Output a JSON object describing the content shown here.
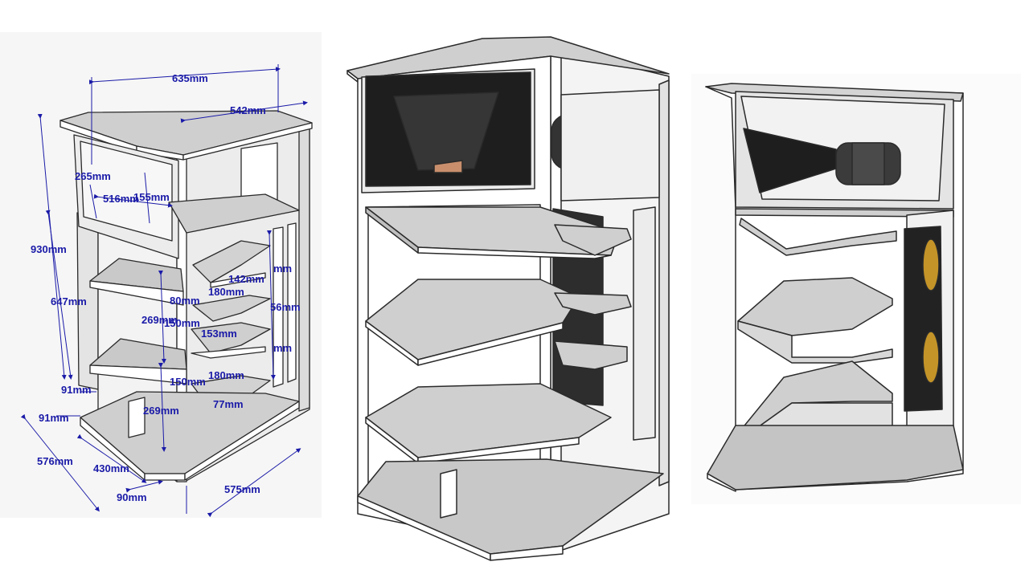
{
  "colors": {
    "dimension": "#1a1aa8",
    "panel_face": "#ffffff",
    "panel_side": "#d2d2d2",
    "panel_dark": "#9c9c9c",
    "edge": "#2a2a2a",
    "horn_black": "#1e1e1e",
    "driver_gold": "#b8902c"
  },
  "icons": [
    "speaker-cabinet-drawing",
    "horn-tweeter-icon",
    "woofer-driver-icon"
  ],
  "dimensions": {
    "d635": "635mm",
    "d542": "542mm",
    "d265": "265mm",
    "d516": "516mm",
    "d155": "155mm",
    "d930": "930mm",
    "d647": "647mm",
    "d80": "80mm",
    "d180a": "180mm",
    "d142": "142mm",
    "d56": "56mm",
    "d269a": "269mm",
    "d150a": "150mm",
    "d153": "153mm",
    "d180b": "180mm",
    "d150b": "150mm",
    "d269b": "269mm",
    "d77": "77mm",
    "d91a": "91mm",
    "d91b": "91mm",
    "d576": "576mm",
    "d430": "430mm",
    "d90": "90mm",
    "d575": "575mm",
    "mm_a": "mm",
    "mm_b": "mm"
  }
}
